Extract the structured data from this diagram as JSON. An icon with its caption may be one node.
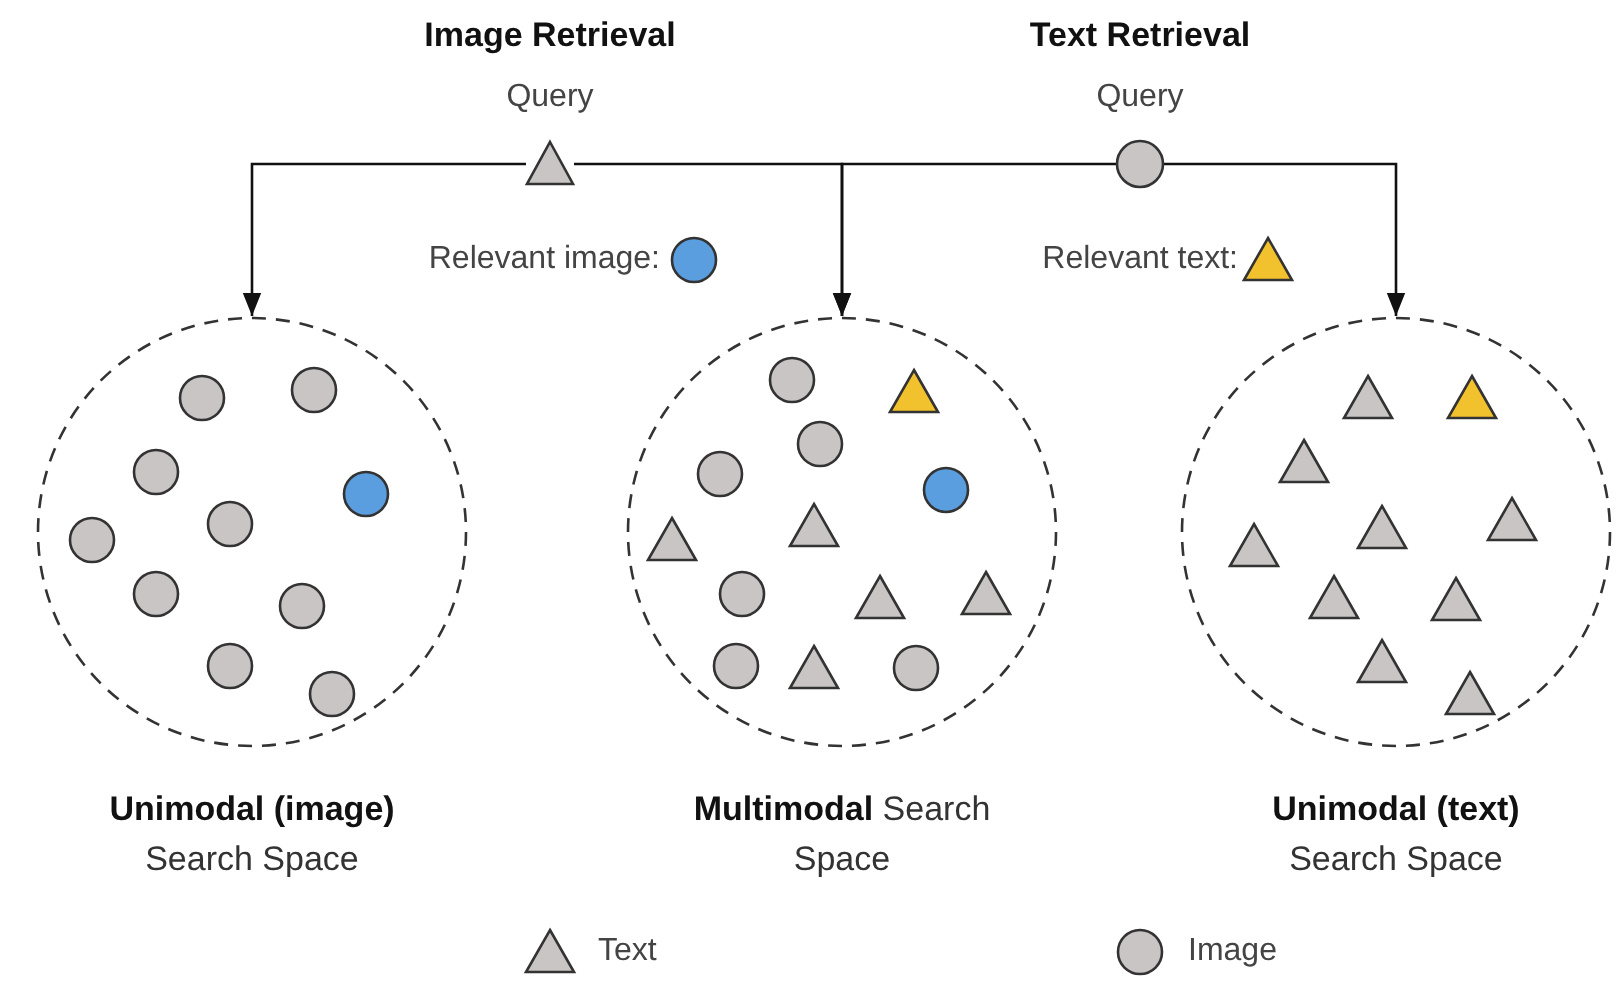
{
  "diagram": {
    "nodes": [
      {
        "text": [],
        "shape": "triangle",
        "beside": [
          "Image Retrieval",
          "Query"
        ]
      },
      {
        "text": [],
        "shape": "circle",
        "beside": [
          "Text Retrieval",
          "Query"
        ]
      },
      {
        "text": [
          "**Unimodal (image)** Search Space"
        ]
      },
      {
        "text": [
          "**Multimodal** Search Space"
        ]
      },
      {
        "text": [
          "**Unimodal (text)** Search Space"
        ]
      }
    ],
    "edges": [
      {
        "from": 0,
        "to": 2,
        "arrow": "to"
      },
      {
        "from": 0,
        "to": 3,
        "arrow": "to"
      },
      {
        "from": 1,
        "to": 3,
        "arrow": "to"
      },
      {
        "from": 1,
        "to": 4,
        "arrow": "to"
      }
    ],
    "labels": [
      "Relevant image:",
      "Relevant text:"
    ],
    "legend": [
      {
        "text": "Text"
      },
      {
        "text": "Image"
      }
    ]
  }
}
